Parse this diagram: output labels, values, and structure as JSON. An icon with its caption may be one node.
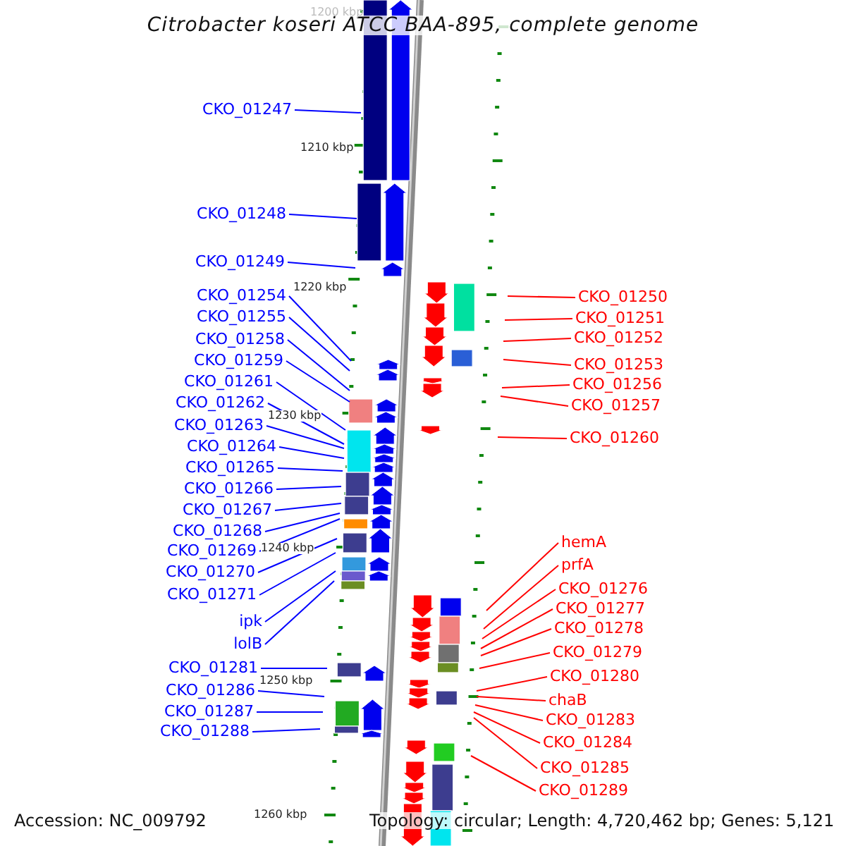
{
  "diagram": {
    "title": "Citrobacter koseri ATCC BAA-895, complete genome",
    "nodes": [
      {
        "text": [
          "CKO_01247"
        ]
      },
      {
        "text": [
          "CKO_01248"
        ]
      },
      {
        "text": [
          "CKO_01249"
        ]
      },
      {
        "text": [
          "CKO_01254"
        ]
      },
      {
        "text": [
          "CKO_01255"
        ]
      },
      {
        "text": [
          "CKO_01258"
        ]
      },
      {
        "text": [
          "CKO_01259"
        ]
      },
      {
        "text": [
          "CKO_01261"
        ]
      },
      {
        "text": [
          "CKO_01262"
        ]
      },
      {
        "text": [
          "CKO_01263"
        ]
      },
      {
        "text": [
          "CKO_01264"
        ]
      },
      {
        "text": [
          "CKO_01265"
        ]
      },
      {
        "text": [
          "CKO_01266"
        ]
      },
      {
        "text": [
          "CKO_01267"
        ]
      },
      {
        "text": [
          "CKO_01268"
        ]
      },
      {
        "text": [
          "CKO_01269"
        ]
      },
      {
        "text": [
          "CKO_01270"
        ]
      },
      {
        "text": [
          "CKO_01271"
        ]
      },
      {
        "text": [
          "ipk"
        ]
      },
      {
        "text": [
          "lolB"
        ]
      },
      {
        "text": [
          "CKO_01281"
        ]
      },
      {
        "text": [
          "CKO_01286"
        ]
      },
      {
        "text": [
          "CKO_01287"
        ]
      },
      {
        "text": [
          "CKO_01288"
        ]
      },
      {
        "text": [
          "CKO_01250"
        ]
      },
      {
        "text": [
          "CKO_01251"
        ]
      },
      {
        "text": [
          "CKO_01252"
        ]
      },
      {
        "text": [
          "CKO_01253"
        ]
      },
      {
        "text": [
          "CKO_01256"
        ]
      },
      {
        "text": [
          "CKO_01257"
        ]
      },
      {
        "text": [
          "CKO_01260"
        ]
      },
      {
        "text": [
          "hemA"
        ]
      },
      {
        "text": [
          "prfA"
        ]
      },
      {
        "text": [
          "CKO_01276"
        ]
      },
      {
        "text": [
          "CKO_01277"
        ]
      },
      {
        "text": [
          "CKO_01278"
        ]
      },
      {
        "text": [
          "CKO_01279"
        ]
      },
      {
        "text": [
          "CKO_01280"
        ]
      },
      {
        "text": [
          "chaB"
        ]
      },
      {
        "text": [
          "CKO_01283"
        ]
      },
      {
        "text": [
          "CKO_01284"
        ]
      },
      {
        "text": [
          "CKO_01285"
        ]
      },
      {
        "text": [
          "CKO_01289"
        ]
      }
    ],
    "edges": [
      {
        "from": 0,
        "to": null,
        "arrow": "none"
      },
      {
        "from": 1,
        "to": null,
        "arrow": "none"
      },
      {
        "from": 2,
        "to": null,
        "arrow": "none"
      },
      {
        "from": 3,
        "to": null,
        "arrow": "none"
      },
      {
        "from": 4,
        "to": null,
        "arrow": "none"
      },
      {
        "from": 5,
        "to": null,
        "arrow": "none"
      },
      {
        "from": 6,
        "to": null,
        "arrow": "none"
      },
      {
        "from": 7,
        "to": null,
        "arrow": "none"
      },
      {
        "from": 8,
        "to": null,
        "arrow": "none"
      },
      {
        "from": 9,
        "to": null,
        "arrow": "none"
      },
      {
        "from": 10,
        "to": null,
        "arrow": "none"
      },
      {
        "from": 11,
        "to": null,
        "arrow": "none"
      },
      {
        "from": 12,
        "to": null,
        "arrow": "none"
      },
      {
        "from": 13,
        "to": null,
        "arrow": "none"
      },
      {
        "from": 14,
        "to": null,
        "arrow": "none"
      },
      {
        "from": 15,
        "to": null,
        "arrow": "none"
      },
      {
        "from": 16,
        "to": null,
        "arrow": "none"
      },
      {
        "from": 17,
        "to": null,
        "arrow": "none"
      },
      {
        "from": 18,
        "to": null,
        "arrow": "none"
      },
      {
        "from": 19,
        "to": null,
        "arrow": "none"
      },
      {
        "from": 20,
        "to": null,
        "arrow": "none"
      },
      {
        "from": 21,
        "to": null,
        "arrow": "none"
      },
      {
        "from": 22,
        "to": null,
        "arrow": "none"
      },
      {
        "from": 23,
        "to": null,
        "arrow": "none"
      },
      {
        "from": 24,
        "to": null,
        "arrow": "none",
        "color": "#ff0000"
      },
      {
        "from": 25,
        "to": null,
        "arrow": "none",
        "color": "#ff0000"
      },
      {
        "from": 26,
        "to": null,
        "arrow": "none",
        "color": "#ff0000"
      },
      {
        "from": 27,
        "to": null,
        "arrow": "none",
        "color": "#ff0000"
      },
      {
        "from": 28,
        "to": null,
        "arrow": "none",
        "color": "#ff0000"
      },
      {
        "from": 29,
        "to": null,
        "arrow": "none",
        "color": "#ff0000"
      },
      {
        "from": 30,
        "to": null,
        "arrow": "none",
        "color": "#ff0000"
      },
      {
        "from": 31,
        "to": null,
        "arrow": "none",
        "color": "#ff0000"
      },
      {
        "from": 32,
        "to": null,
        "arrow": "none",
        "color": "#ff0000"
      },
      {
        "from": 33,
        "to": null,
        "arrow": "none",
        "color": "#ff0000"
      },
      {
        "from": 34,
        "to": null,
        "arrow": "none",
        "color": "#ff0000"
      },
      {
        "from": 35,
        "to": null,
        "arrow": "none",
        "color": "#ff0000"
      },
      {
        "from": 36,
        "to": null,
        "arrow": "none",
        "color": "#ff0000"
      },
      {
        "from": 37,
        "to": null,
        "arrow": "none",
        "color": "#ff0000"
      },
      {
        "from": 38,
        "to": null,
        "arrow": "none",
        "color": "#ff0000"
      },
      {
        "from": 39,
        "to": null,
        "arrow": "none",
        "color": "#ff0000"
      },
      {
        "from": 40,
        "to": null,
        "arrow": "none",
        "color": "#ff0000"
      },
      {
        "from": 41,
        "to": null,
        "arrow": "none",
        "color": "#ff0000"
      },
      {
        "from": 42,
        "to": null,
        "arrow": "none",
        "color": "#ff0000"
      }
    ],
    "labels": [
      "1200 kbp",
      "1210 kbp",
      "1220 kbp",
      "1230 kbp",
      "1240 kbp",
      "1250 kbp",
      "1260 kbp",
      "Accession: NC_009792",
      "Topology: circular; Length: 4,720,462 bp; Genes: 5,121"
    ]
  }
}
